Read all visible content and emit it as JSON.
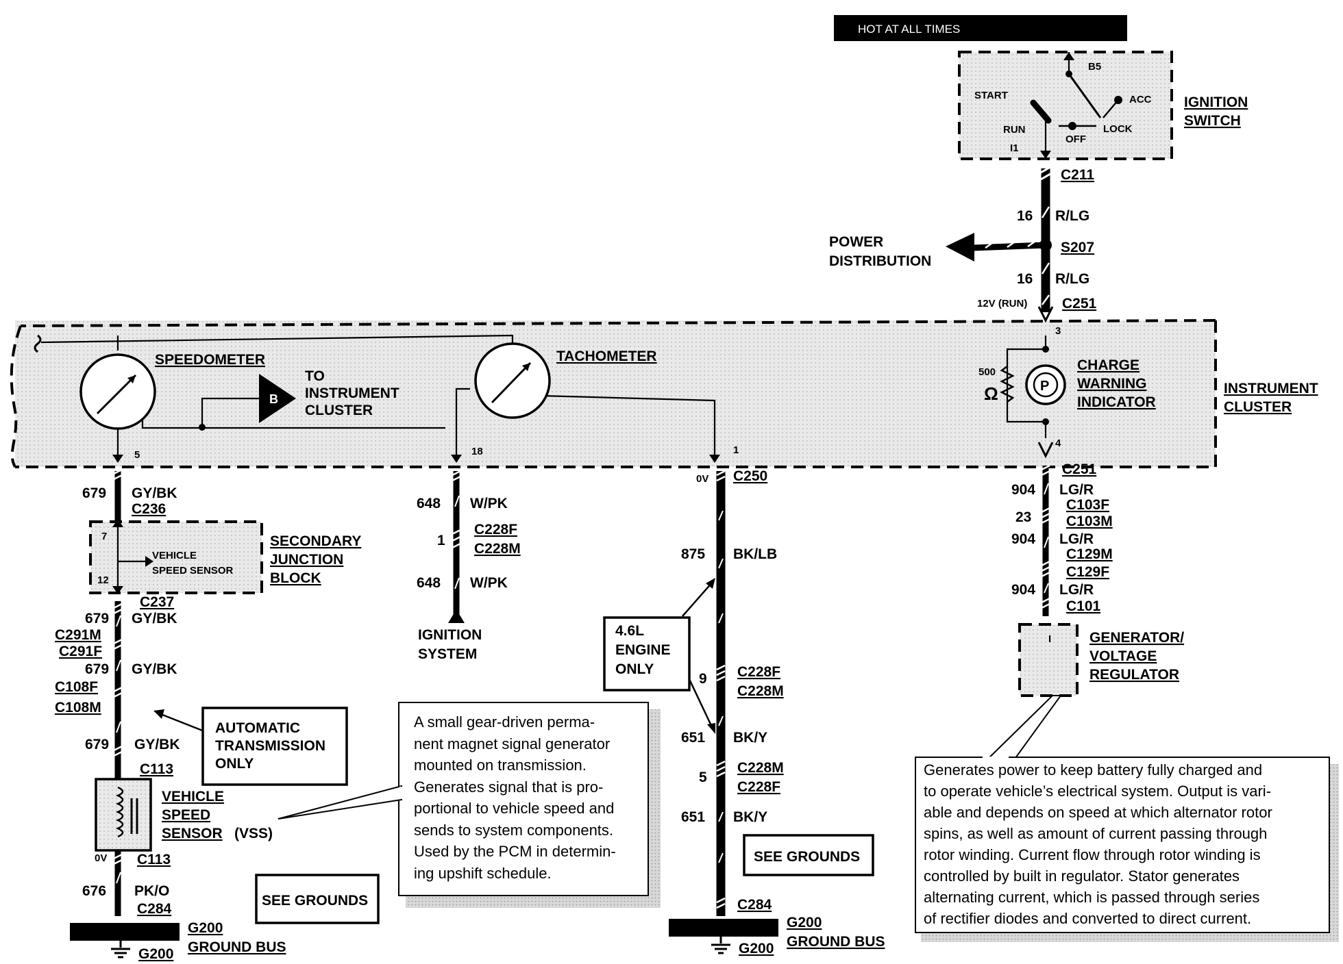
{
  "hot_label": "HOT AT ALL TIMES",
  "ignition_switch": {
    "title_1": "IGNITION",
    "title_2": "SWITCH",
    "pos_b5": "B5",
    "pos_start": "START",
    "pos_acc": "ACC",
    "pos_run": "RUN",
    "pos_off": "OFF",
    "pos_lock": "LOCK",
    "pin_i1": "I1"
  },
  "power": {
    "c211": "C211",
    "w16a": "16",
    "rlg_a": "R/LG",
    "s207": "S207",
    "dist_1": "POWER",
    "dist_2": "DISTRIBUTION",
    "w16b": "16",
    "rlg_b": "R/LG",
    "v12": "12V (RUN)",
    "c251_top": "C251"
  },
  "cluster": {
    "speedometer": "SPEEDOMETER",
    "to_cluster_1": "TO",
    "to_cluster_2": "INSTRUMENT",
    "to_cluster_3": "CLUSTER",
    "b_marker": "B",
    "tachometer": "TACHOMETER",
    "charge_1": "CHARGE",
    "charge_2": "WARNING",
    "charge_3": "INDICATOR",
    "cluster_1": "INSTRUMENT",
    "cluster_2": "CLUSTER",
    "ohm_val": "500",
    "ohm_sym": "Ω",
    "p_mark": "P",
    "pin_3": "3",
    "pin_4": "4",
    "pin_5": "5",
    "pin_18": "18",
    "pin_1": "1"
  },
  "left_circuit": {
    "w679a": "679",
    "gybk_a": "GY/BK",
    "c236": "C236",
    "pin_7": "7",
    "pin_12": "12",
    "vss_in_1": "VEHICLE",
    "vss_in_2": "SPEED SENSOR",
    "sjb_1": "SECONDARY",
    "sjb_2": "JUNCTION",
    "sjb_3": "BLOCK",
    "c237": "C237",
    "w679b": "679",
    "gybk_b": "GY/BK",
    "c291m": "C291M",
    "c291f": "C291F",
    "w679c": "679",
    "gybk_c": "GY/BK",
    "c108f": "C108F",
    "c108m": "C108M",
    "auto_1": "AUTOMATIC",
    "auto_2": "TRANSMISSION",
    "auto_3": "ONLY",
    "w679d": "679",
    "gybk_d": "GY/BK",
    "c113a": "C113",
    "vss_1": "VEHICLE",
    "vss_2": "SPEED",
    "vss_3": "SENSOR",
    "vss_4": "(VSS)",
    "ov": "0V",
    "c113b": "C113",
    "w676": "676",
    "pko": "PK/O",
    "c284": "C284",
    "see_grounds": "SEE GROUNDS",
    "g200a": "G200",
    "ground_bus": "GROUND BUS",
    "g200b": "G200"
  },
  "tach_circuit": {
    "w648a": "648",
    "wpk_a": "W/PK",
    "pin_1": "1",
    "c228f": "C228F",
    "c228m": "C228M",
    "w648b": "648",
    "wpk_b": "W/PK",
    "ign_1": "IGNITION",
    "ign_2": "SYSTEM"
  },
  "engine_circuit": {
    "ov": "0V",
    "c250": "C250",
    "w875": "875",
    "bklb": "BK/LB",
    "eng_1": "4.6L",
    "eng_2": "ENGINE",
    "eng_3": "ONLY",
    "pin_9": "9",
    "c228f_a": "C228F",
    "c228m_a": "C228M",
    "w651a": "651",
    "bky_a": "BK/Y",
    "pin_5": "5",
    "c228m_b": "C228M",
    "c228f_b": "C228F",
    "w651b": "651",
    "bky_b": "BK/Y",
    "see_grounds": "SEE GROUNDS",
    "c284": "C284",
    "g200a": "G200",
    "ground_bus": "GROUND BUS",
    "g200b": "G200"
  },
  "charge_circuit": {
    "c251": "C251",
    "w904a": "904",
    "lgr_a": "LG/R",
    "c103f": "C103F",
    "w23": "23",
    "c103m": "C103M",
    "w904b": "904",
    "lgr_b": "LG/R",
    "c129m": "C129M",
    "c129f": "C129F",
    "w904c": "904",
    "lgr_c": "LG/R",
    "c101": "C101",
    "pin_i": "I",
    "gen_1": "GENERATOR/",
    "gen_2": "VOLTAGE",
    "gen_3": "REGULATOR"
  },
  "notes": {
    "vss_note": [
      "A small gear-driven perma-",
      "nent magnet signal generator",
      "mounted on transmission.",
      "Generates signal that is pro-",
      "portional to vehicle speed and",
      "sends to system components.",
      "Used by the PCM in determin-",
      "ing upshift  schedule."
    ],
    "gen_note": [
      "Generates power to keep battery fully charged and",
      "to operate vehicle’s electrical system.  Output is vari-",
      "able and depends on speed at which alternator rotor",
      "spins, as well as amount of current passing through",
      "rotor winding.  Current flow through rotor winding is",
      "controlled by built in regulator.  Stator generates",
      "alternating current, which is passed through series",
      "of rectifier diodes and converted to direct current."
    ]
  }
}
